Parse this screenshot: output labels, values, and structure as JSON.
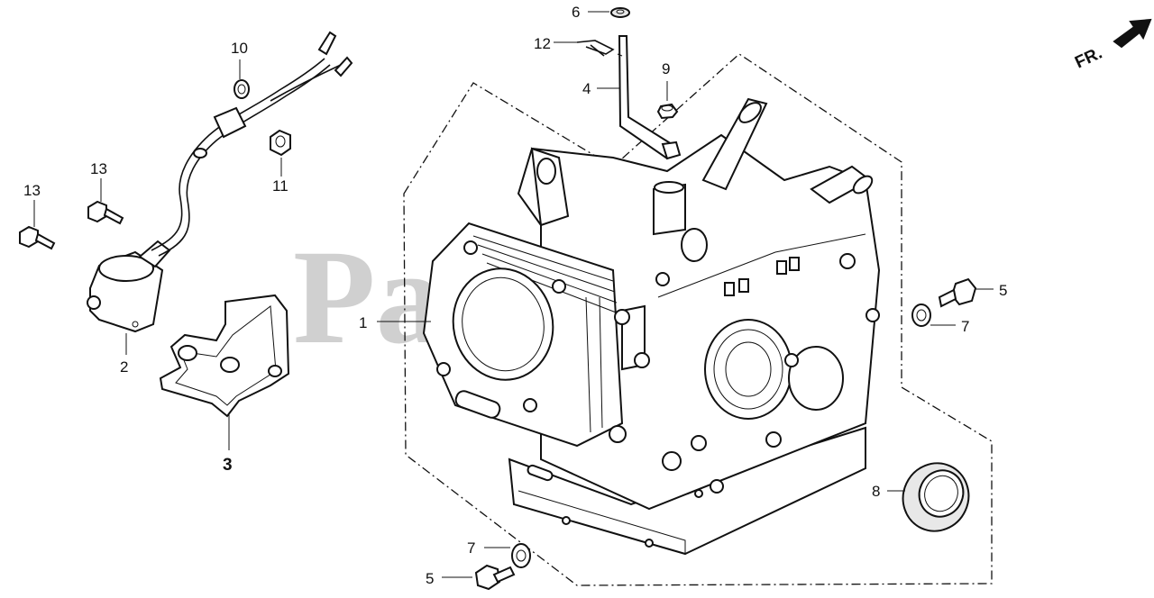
{
  "diagram": {
    "watermark": "PartsTree",
    "front_label": "FR.",
    "callouts": {
      "c1": "1",
      "c2": "2",
      "c3": "3",
      "c4": "4",
      "c5a": "5",
      "c5b": "5",
      "c6": "6",
      "c7a": "7",
      "c7b": "7",
      "c8": "8",
      "c9": "9",
      "c10": "10",
      "c11": "11",
      "c12": "12",
      "c13a": "13",
      "c13b": "13"
    }
  }
}
